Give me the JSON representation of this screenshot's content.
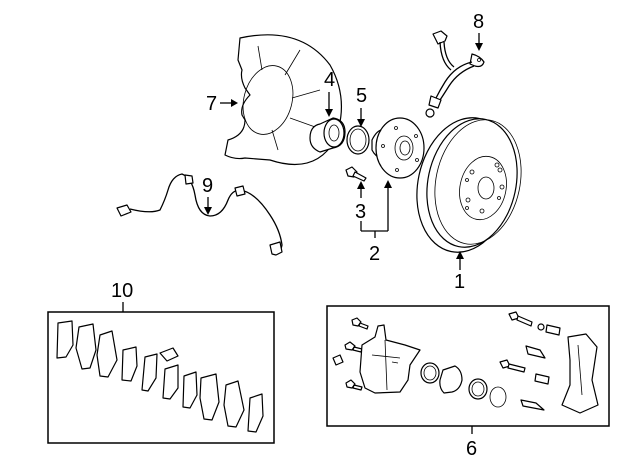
{
  "diagram": {
    "title": "Front brake components exploded view",
    "callouts": [
      {
        "id": "1",
        "part": "disc-rotor"
      },
      {
        "id": "2",
        "part": "hub-assembly"
      },
      {
        "id": "3",
        "part": "hub-bolt"
      },
      {
        "id": "4",
        "part": "wheel-bearing"
      },
      {
        "id": "5",
        "part": "snap-ring"
      },
      {
        "id": "6",
        "part": "caliper-assembly-kit"
      },
      {
        "id": "7",
        "part": "splash-shield"
      },
      {
        "id": "8",
        "part": "brake-hose"
      },
      {
        "id": "9",
        "part": "abs-sensor"
      },
      {
        "id": "10",
        "part": "brake-pad-set"
      }
    ],
    "colors": {
      "ink": "#000000",
      "paper": "#ffffff"
    }
  }
}
